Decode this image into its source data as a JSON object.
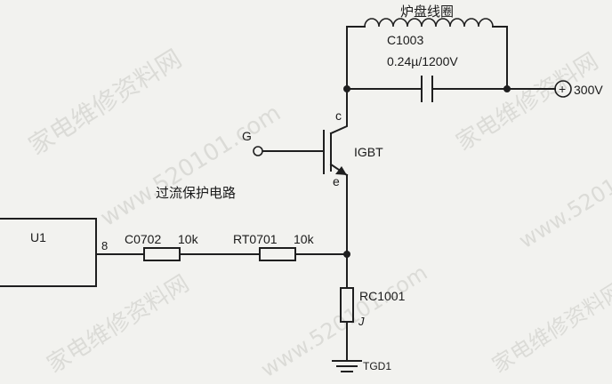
{
  "labels": {
    "coil": "炉盘线圈",
    "capacitor_ref": "C1003",
    "capacitor_value": "0.24µ/1200V",
    "supply": "300V",
    "terminal_c": "c",
    "terminal_g": "G",
    "terminal_e": "e",
    "igbt": "IGBT",
    "protection": "过流保护电路",
    "u1": "U1",
    "pin": "8",
    "r_c0702": "C0702",
    "r_c0702_value": "10k",
    "r_rt0701": "RT0701",
    "r_rt0701_value": "10k",
    "r_rc1001": "RC1001",
    "r_rc1001_mark": "J",
    "ground": "TGD1",
    "plus": "+"
  },
  "watermark": {
    "cn": "家电维修资料网",
    "url": "www.520101.com"
  },
  "colors": {
    "line": "#1f1f1f",
    "background": "#f2f2ef",
    "watermark": "#c9c9c4"
  }
}
